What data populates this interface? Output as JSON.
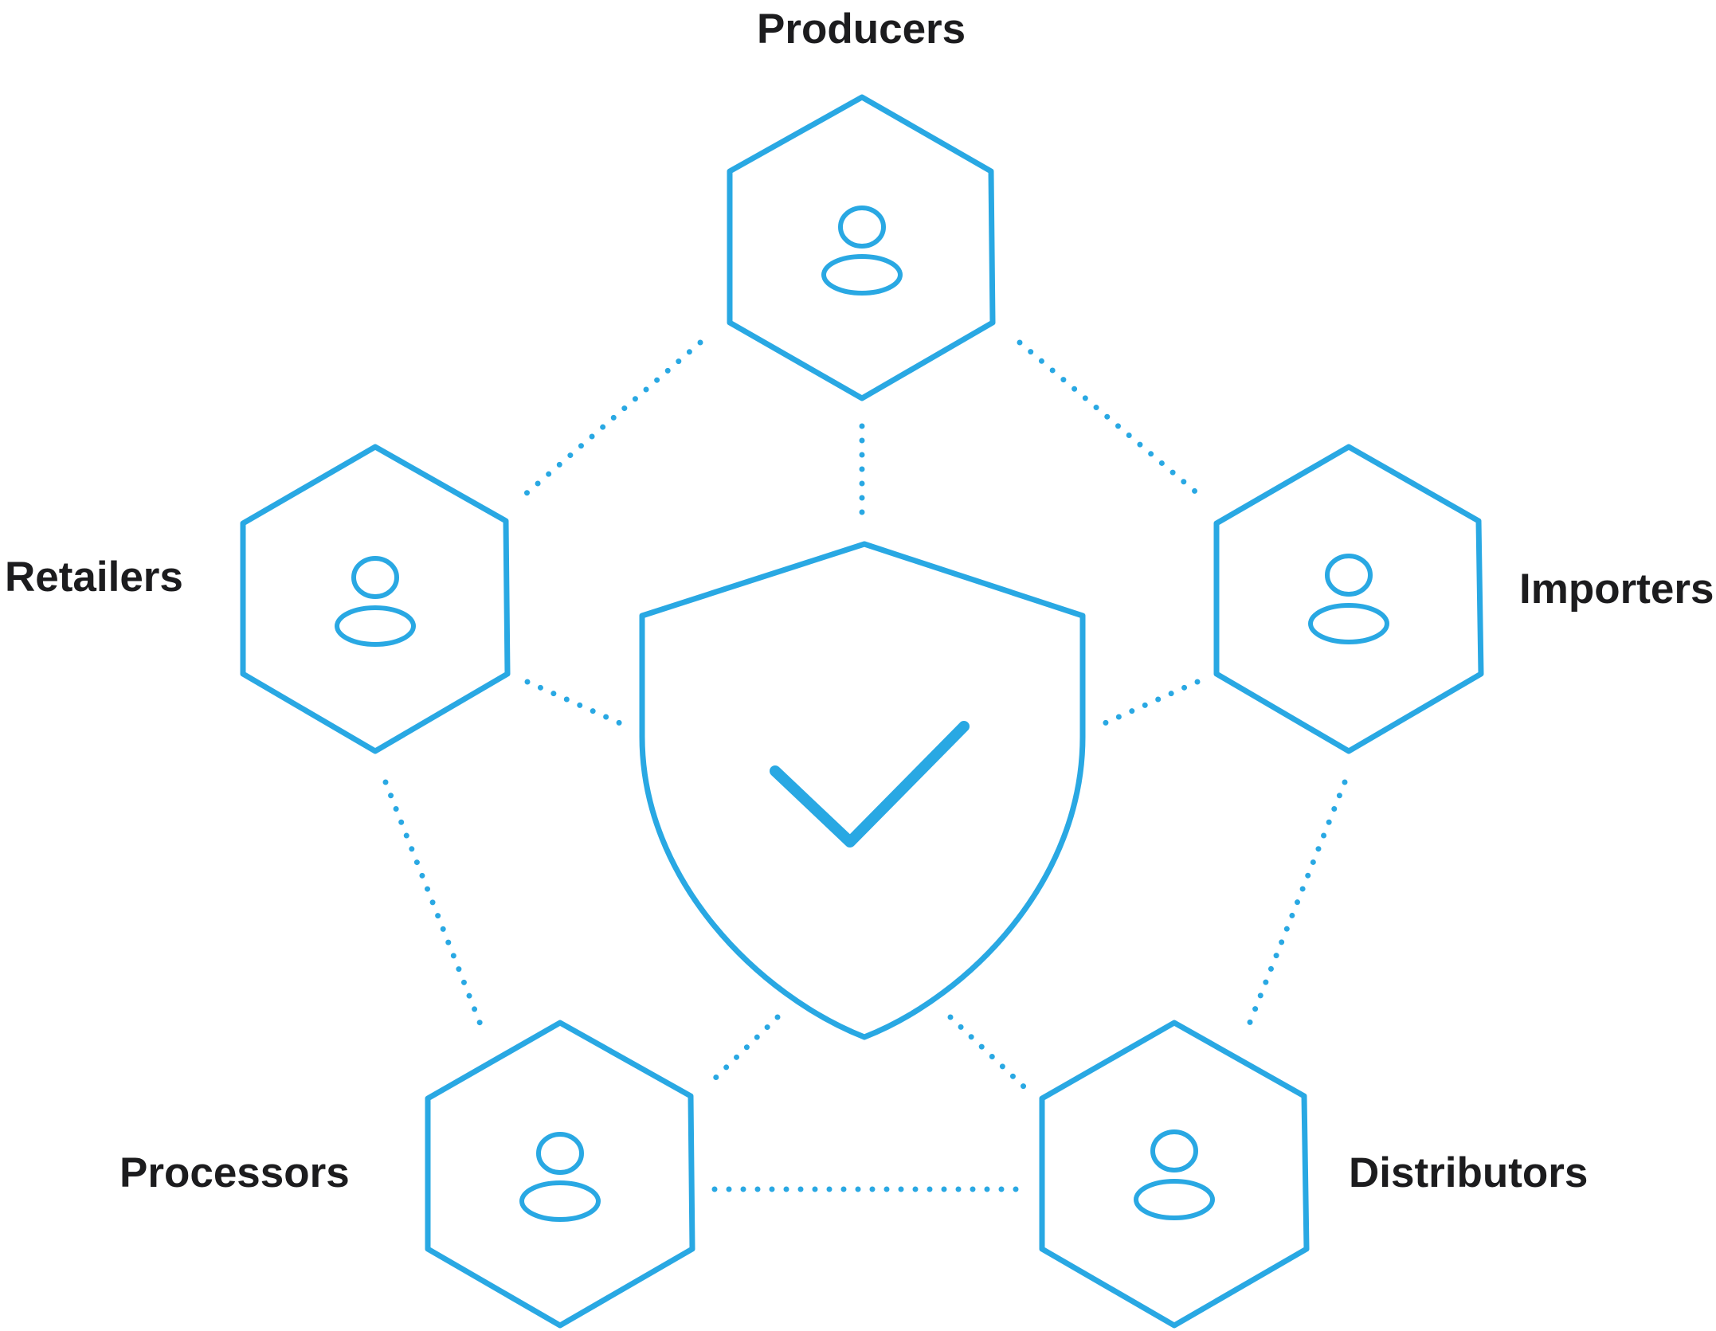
{
  "diagram": {
    "accent_color": "#29a8e3",
    "label_color": "#1c1c1e",
    "center": {
      "icon": "shield-check-icon"
    },
    "nodes": [
      {
        "id": "producers",
        "label": "Producers",
        "icon": "user-icon"
      },
      {
        "id": "retailers",
        "label": "Retailers",
        "icon": "user-icon"
      },
      {
        "id": "importers",
        "label": "Importers",
        "icon": "user-icon"
      },
      {
        "id": "processors",
        "label": "Processors",
        "icon": "user-icon"
      },
      {
        "id": "distributors",
        "label": "Distributors",
        "icon": "user-icon"
      }
    ],
    "edges": [
      {
        "from": "producers",
        "to": "retailers",
        "style": "dotted"
      },
      {
        "from": "producers",
        "to": "importers",
        "style": "dotted"
      },
      {
        "from": "producers",
        "to": "shield",
        "style": "dotted"
      },
      {
        "from": "retailers",
        "to": "shield",
        "style": "dotted"
      },
      {
        "from": "importers",
        "to": "shield",
        "style": "dotted"
      },
      {
        "from": "retailers",
        "to": "processors",
        "style": "dotted"
      },
      {
        "from": "importers",
        "to": "distributors",
        "style": "dotted"
      },
      {
        "from": "processors",
        "to": "shield",
        "style": "dotted"
      },
      {
        "from": "distributors",
        "to": "shield",
        "style": "dotted"
      },
      {
        "from": "processors",
        "to": "distributors",
        "style": "dotted"
      }
    ]
  }
}
